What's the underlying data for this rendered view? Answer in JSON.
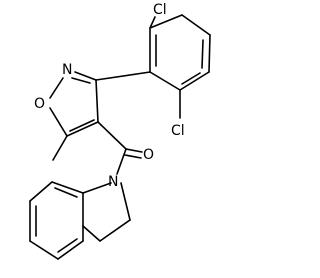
{
  "molecule": {
    "atoms": {
      "cl_top": "Cl",
      "cl_bottom": "Cl",
      "n_ring": "N",
      "o_ring": "O",
      "o_carbonyl": "O",
      "n_indoline": "N"
    }
  }
}
